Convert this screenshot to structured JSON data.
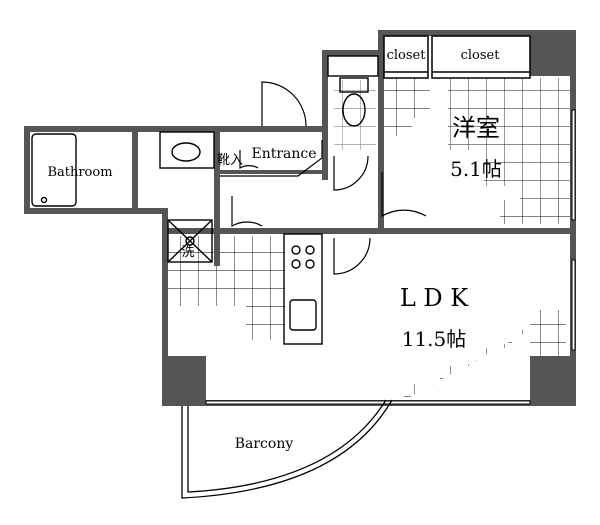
{
  "rooms": {
    "bathroom": "Bathroom",
    "closet_1": "closet",
    "closet_2": "closet",
    "western_room": "洋室",
    "western_room_size": "5.1帖",
    "entrance": "Entrance",
    "shoe_storage": "靴入",
    "laundry": "洗",
    "ldk": "L D K",
    "ldk_size": "11.5帖",
    "balcony": "Barcony"
  },
  "colors": {
    "wall": "#555555",
    "pillar": "#555555",
    "tile_line": "#000000"
  }
}
